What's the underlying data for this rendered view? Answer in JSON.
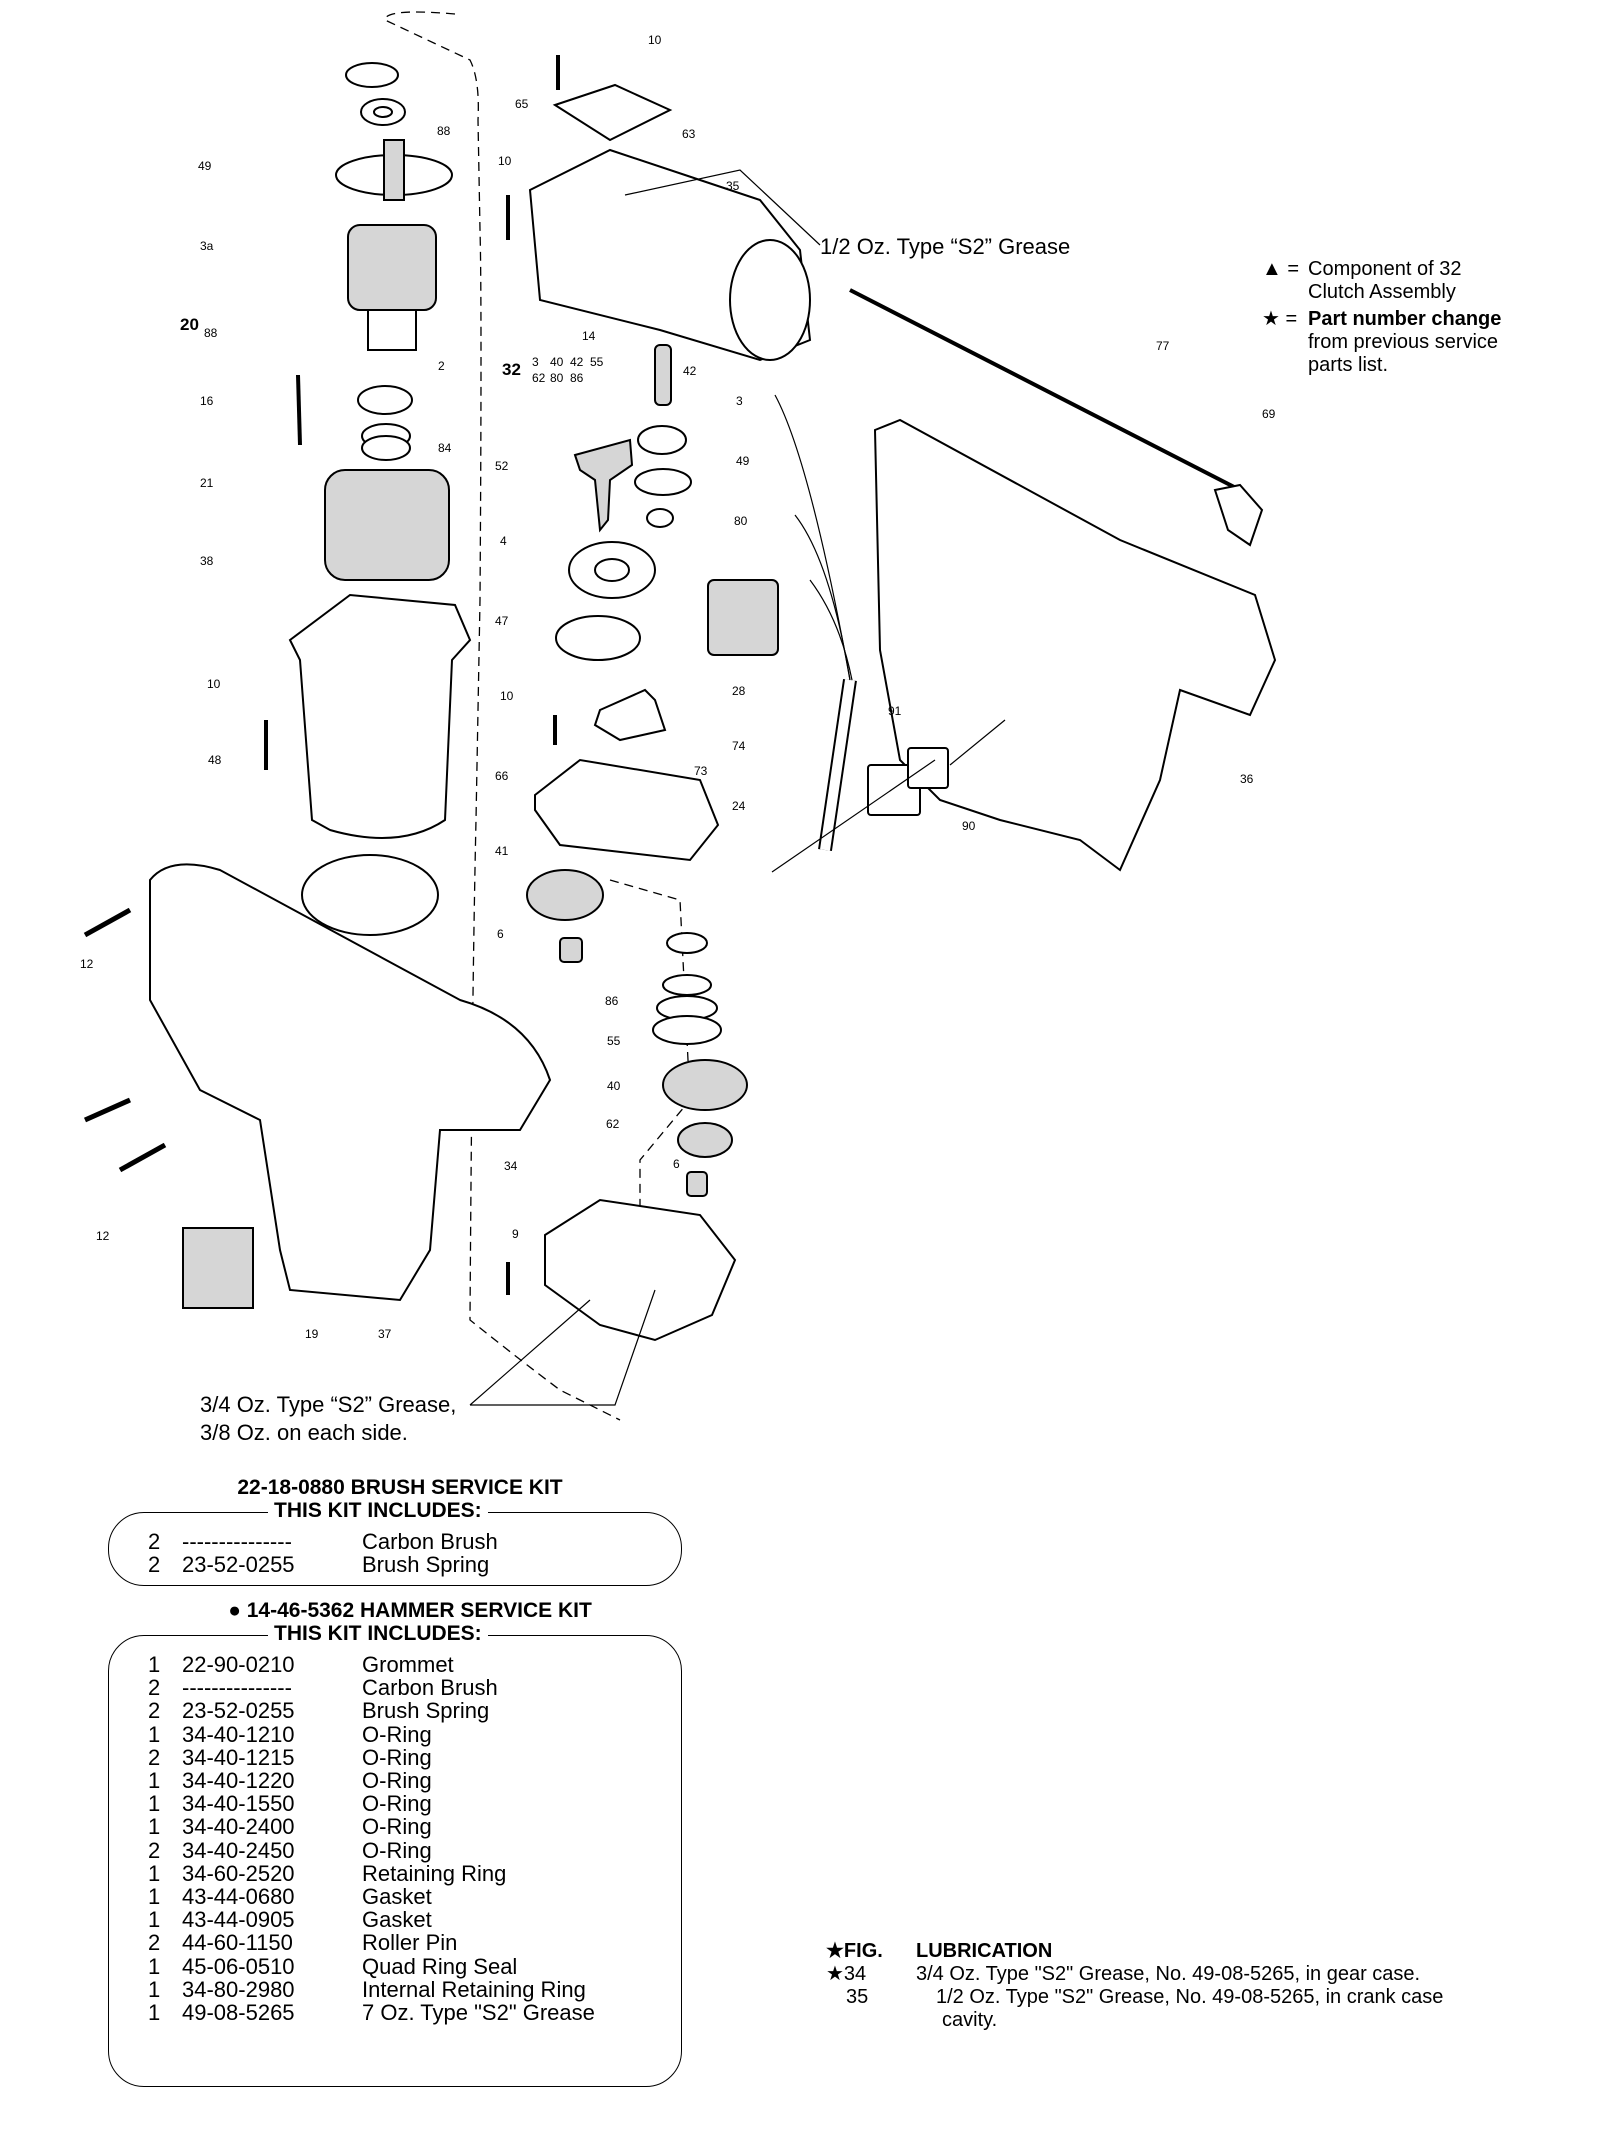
{
  "callouts": {
    "top_grease": "1/2 Oz. Type “S2” Grease",
    "bottom_grease_line1": "3/4 Oz. Type “S2” Grease,",
    "bottom_grease_line2": "3/8 Oz. on each side."
  },
  "legend": {
    "triangle_symbol": "▲ =",
    "triangle_line1": "Component of 32",
    "triangle_line2": "Clutch Assembly",
    "star_symbol": "★ =",
    "star_line1": "Part number change",
    "star_line2": "from previous service",
    "star_line3": "parts list."
  },
  "part_labels": [
    "10",
    "65",
    "63",
    "49",
    "88",
    "10",
    "35",
    "3a",
    "14",
    "20",
    "88",
    "32",
    "3",
    "40",
    "42",
    "55",
    "62",
    "80",
    "86",
    "42",
    "2",
    "16",
    "84",
    "3",
    "52",
    "49",
    "21",
    "4",
    "80",
    "38",
    "47",
    "10",
    "73",
    "10",
    "48",
    "66",
    "41",
    "12",
    "6",
    "86",
    "55",
    "40",
    "62",
    "6",
    "34",
    "12",
    "9",
    "19",
    "37",
    "77",
    "69",
    "28",
    "91",
    "74",
    "24",
    "90",
    "36"
  ],
  "brush_kit": {
    "title": "22-18-0880 BRUSH SERVICE KIT",
    "subtitle": "THIS KIT INCLUDES:",
    "items": [
      {
        "qty": "2",
        "part": "---------------",
        "desc": "Carbon Brush"
      },
      {
        "qty": "2",
        "part": "23-52-0255",
        "desc": "Brush Spring"
      }
    ]
  },
  "hammer_kit": {
    "bullet": "●",
    "title": "14-46-5362 HAMMER SERVICE KIT",
    "subtitle": "THIS KIT INCLUDES:",
    "items": [
      {
        "qty": "1",
        "part": "22-90-0210",
        "desc": "Grommet"
      },
      {
        "qty": "2",
        "part": "---------------",
        "desc": "Carbon Brush"
      },
      {
        "qty": "2",
        "part": "23-52-0255",
        "desc": "Brush Spring"
      },
      {
        "qty": "1",
        "part": "34-40-1210",
        "desc": "O-Ring"
      },
      {
        "qty": "2",
        "part": "34-40-1215",
        "desc": "O-Ring"
      },
      {
        "qty": "1",
        "part": "34-40-1220",
        "desc": "O-Ring"
      },
      {
        "qty": "1",
        "part": "34-40-1550",
        "desc": "O-Ring"
      },
      {
        "qty": "1",
        "part": "34-40-2400",
        "desc": "O-Ring"
      },
      {
        "qty": "2",
        "part": "34-40-2450",
        "desc": "O-Ring"
      },
      {
        "qty": "1",
        "part": "34-60-2520",
        "desc": "Retaining Ring"
      },
      {
        "qty": "1",
        "part": "43-44-0680",
        "desc": "Gasket"
      },
      {
        "qty": "1",
        "part": "43-44-0905",
        "desc": "Gasket"
      },
      {
        "qty": "2",
        "part": "44-60-1150",
        "desc": "Roller Pin"
      },
      {
        "qty": "1",
        "part": "45-06-0510",
        "desc": "Quad Ring Seal"
      },
      {
        "qty": "1",
        "part": "34-80-2980",
        "desc": "Internal Retaining Ring"
      },
      {
        "qty": "1",
        "part": "49-08-5265",
        "desc": "7 Oz. Type \"S2\" Grease"
      }
    ]
  },
  "lubrication": {
    "header_fig": "★FIG.",
    "header_title": "LUBRICATION",
    "rows": [
      {
        "fig": "★34",
        "text": "3/4 Oz. Type \"S2\" Grease, No. 49-08-5265, in gear case."
      },
      {
        "fig": "35",
        "text": "1/2 Oz. Type \"S2\" Grease, No. 49-08-5265, in crank case"
      },
      {
        "fig": "",
        "text": "cavity."
      }
    ]
  }
}
